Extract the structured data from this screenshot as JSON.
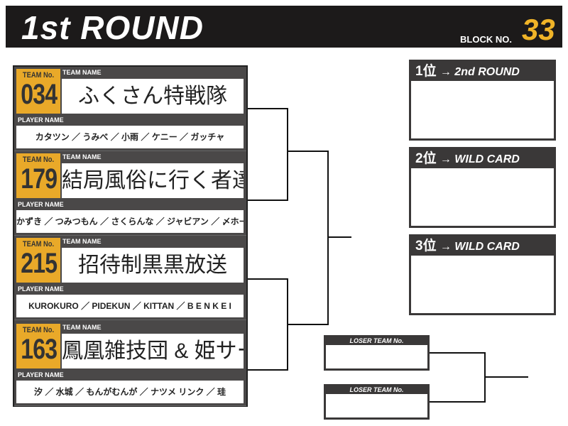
{
  "header": {
    "title": "1st ROUND",
    "block_label": "BLOCK NO.",
    "block_number": "33"
  },
  "labels": {
    "team_no": "TEAM No.",
    "team_name": "TEAM NAME",
    "player_name": "PLAYER NAME",
    "loser_team_no": "LOSER TEAM No."
  },
  "teams": [
    {
      "number": "034",
      "name": "ふくさん特戦隊",
      "players": "カタツン ／ うみべ ／ 小雨 ／ ケニー ／ ガッチャ"
    },
    {
      "number": "179",
      "name": "結局風俗に行く者達",
      "players": "かずき ／ つみつもん ／ さくらんな ／ ジャビアン ／ 〆ホーキ"
    },
    {
      "number": "215",
      "name": "招待制黒黒放送",
      "players": "KUROKURO ／ PIDEKUN ／ KITTAN ／ B E N K E I"
    },
    {
      "number": "163",
      "name": "鳳凰雑技団 & 姫サーの忍",
      "players": "汐 ／ 水城 ／ もんがむんが ／ ナツメ リンク ／ 珪"
    }
  ],
  "results": [
    {
      "rank": "1位",
      "dest": "→ 2nd ROUND"
    },
    {
      "rank": "2位",
      "dest": "→ WILD CARD"
    },
    {
      "rank": "3位",
      "dest": "→ WILD CARD"
    }
  ],
  "colors": {
    "accent": "#e9a929",
    "dark": "#3a3838",
    "panel": "#4a4848"
  }
}
